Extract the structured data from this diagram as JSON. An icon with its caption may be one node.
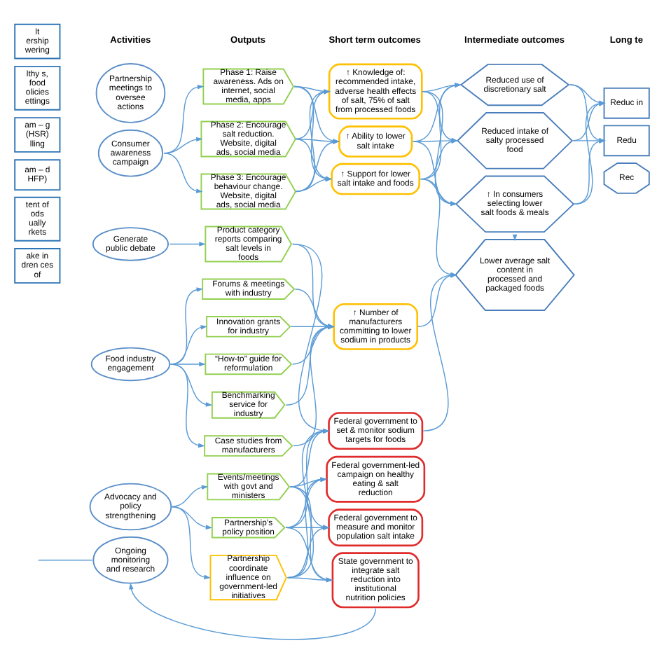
{
  "diagram": {
    "nodes": [
      {
        "text": [
          "lt ership wering"
        ]
      },
      {
        "text": [
          "lthy s, food olicies ettings"
        ]
      },
      {
        "text": [
          "am – g (HSR) lling"
        ]
      },
      {
        "text": [
          "am – d HFP)"
        ]
      },
      {
        "text": [
          "tent of ods ually rkets"
        ]
      },
      {
        "text": [
          "ake in dren ces of"
        ]
      },
      {
        "text": [
          "Partnership meetings to oversee actions"
        ]
      },
      {
        "text": [
          "Consumer awareness campaign"
        ]
      },
      {
        "text": [
          "Generate public debate"
        ]
      },
      {
        "text": [
          "Food industry engagement"
        ]
      },
      {
        "text": [
          "Advocacy and policy strengthening"
        ]
      },
      {
        "text": [
          "Ongoing monitoring and research"
        ]
      },
      {
        "text": [
          "Phase 1: Raise awareness. Ads on internet, social media, apps"
        ]
      },
      {
        "text": [
          "Phase 2: Encourage salt reduction. Website, digital ads, social media"
        ]
      },
      {
        "text": [
          "Phase 3: Encourage behaviour change. Website, digital ads, social media"
        ]
      },
      {
        "text": [
          "Product category reports comparing salt levels in foods"
        ]
      },
      {
        "text": [
          "Forums & meetings with industry"
        ]
      },
      {
        "text": [
          "Innovation grants for industry"
        ]
      },
      {
        "text": [
          "“How-to” guide for reformulation"
        ]
      },
      {
        "text": [
          "Benchmarking service for industry"
        ]
      },
      {
        "text": [
          "Case studies from manufacturers"
        ]
      },
      {
        "text": [
          "Events/meetings with govt and ministers"
        ]
      },
      {
        "text": [
          "Partnership’s policy position"
        ]
      },
      {
        "text": [
          "Partnership coordinate influence on government-led initiatives"
        ]
      },
      {
        "text": [
          "↑ Knowledge of: recommended intake, adverse health effects of salt, 75% of salt from processed foods"
        ]
      },
      {
        "text": [
          "↑ Ability to lower salt intake"
        ]
      },
      {
        "text": [
          "↑ Support for lower salt intake and foods"
        ]
      },
      {
        "text": [
          "↑ Number of manufacturers committing to lower sodium in products"
        ]
      },
      {
        "text": [
          "Federal government to set & monitor sodium targets for foods"
        ]
      },
      {
        "text": [
          "Federal government-led campaign on healthy eating & salt reduction"
        ]
      },
      {
        "text": [
          "Federal government to measure and monitor population salt intake"
        ]
      },
      {
        "text": [
          "State government to integrate salt reduction into institutional nutrition policies"
        ]
      },
      {
        "text": [
          "Reduced use of discretionary salt"
        ]
      },
      {
        "text": [
          "Reduced intake of salty processed food"
        ]
      },
      {
        "text": [
          "↑ In consumers selecting lower salt foods & meals"
        ]
      },
      {
        "text": [
          "Lower average salt content in processed and packaged foods"
        ]
      },
      {
        "text": [
          "Reduc in"
        ]
      },
      {
        "text": [
          "Redu"
        ]
      },
      {
        "text": [
          "Rec"
        ]
      }
    ],
    "edges": [
      {
        "from": 7,
        "to": 12,
        "arrow": "to"
      },
      {
        "from": 7,
        "to": 13,
        "arrow": "to"
      },
      {
        "from": 7,
        "to": 14,
        "arrow": "to"
      },
      {
        "from": 8,
        "to": 15,
        "arrow": "to"
      },
      {
        "from": 9,
        "to": 16,
        "arrow": "to"
      },
      {
        "from": 9,
        "to": 17,
        "arrow": "to"
      },
      {
        "from": 9,
        "to": 18,
        "arrow": "to"
      },
      {
        "from": 9,
        "to": 19,
        "arrow": "to"
      },
      {
        "from": 9,
        "to": 20,
        "arrow": "to"
      },
      {
        "from": 10,
        "to": 21,
        "arrow": "to"
      },
      {
        "from": 10,
        "to": 22,
        "arrow": "to"
      },
      {
        "from": 10,
        "to": 23,
        "arrow": "to"
      },
      {
        "from": 11,
        "to": null,
        "arrow": "none"
      },
      {
        "from": 12,
        "to": 24,
        "arrow": "to"
      },
      {
        "from": 12,
        "to": 25,
        "arrow": "to"
      },
      {
        "from": 12,
        "to": 26,
        "arrow": "to"
      },
      {
        "from": 13,
        "to": 24,
        "arrow": "to"
      },
      {
        "from": 13,
        "to": 25,
        "arrow": "to"
      },
      {
        "from": 13,
        "to": 26,
        "arrow": "to"
      },
      {
        "from": 14,
        "to": 24,
        "arrow": "to"
      },
      {
        "from": 14,
        "to": 25,
        "arrow": "to"
      },
      {
        "from": 14,
        "to": 26,
        "arrow": "to"
      },
      {
        "from": 15,
        "to": 27,
        "arrow": "to"
      },
      {
        "from": 15,
        "to": 28,
        "arrow": "to"
      },
      {
        "from": 16,
        "to": 27,
        "arrow": "to"
      },
      {
        "from": 17,
        "to": 27,
        "arrow": "to"
      },
      {
        "from": 18,
        "to": 27,
        "arrow": "to"
      },
      {
        "from": 19,
        "to": 27,
        "arrow": "to"
      },
      {
        "from": 20,
        "to": 27,
        "arrow": "to"
      },
      {
        "from": 21,
        "to": 28,
        "arrow": "to"
      },
      {
        "from": 21,
        "to": 29,
        "arrow": "to"
      },
      {
        "from": 21,
        "to": 30,
        "arrow": "to"
      },
      {
        "from": 21,
        "to": 31,
        "arrow": "to"
      },
      {
        "from": 22,
        "to": 28,
        "arrow": "to"
      },
      {
        "from": 22,
        "to": 29,
        "arrow": "to"
      },
      {
        "from": 22,
        "to": 30,
        "arrow": "to"
      },
      {
        "from": 22,
        "to": 31,
        "arrow": "to"
      },
      {
        "from": 23,
        "to": 28,
        "arrow": "to"
      },
      {
        "from": 23,
        "to": 29,
        "arrow": "to"
      },
      {
        "from": 23,
        "to": 30,
        "arrow": "to"
      },
      {
        "from": 23,
        "to": 31,
        "arrow": "to"
      },
      {
        "from": 24,
        "to": 32,
        "arrow": "to"
      },
      {
        "from": 24,
        "to": 33,
        "arrow": "to"
      },
      {
        "from": 24,
        "to": 34,
        "arrow": "to"
      },
      {
        "from": 25,
        "to": 32,
        "arrow": "to"
      },
      {
        "from": 25,
        "to": 33,
        "arrow": "to"
      },
      {
        "from": 25,
        "to": 34,
        "arrow": "to"
      },
      {
        "from": 26,
        "to": 32,
        "arrow": "to"
      },
      {
        "from": 26,
        "to": 33,
        "arrow": "to"
      },
      {
        "from": 26,
        "to": 34,
        "arrow": "to"
      },
      {
        "from": 26,
        "to": 35,
        "arrow": "to"
      },
      {
        "from": 27,
        "to": 35,
        "arrow": "to"
      },
      {
        "from": 28,
        "to": 35,
        "arrow": "to"
      },
      {
        "from": 34,
        "to": 35,
        "arrow": "to"
      },
      {
        "from": 32,
        "to": 36,
        "arrow": "to"
      },
      {
        "from": 32,
        "to": 37,
        "arrow": "to"
      },
      {
        "from": 33,
        "to": 36,
        "arrow": "to"
      },
      {
        "from": 33,
        "to": 37,
        "arrow": "to"
      },
      {
        "from": 34,
        "to": 36,
        "arrow": "to"
      },
      {
        "from": 34,
        "to": 37,
        "arrow": "to"
      },
      {
        "from": 31,
        "to": 11,
        "arrow": "to"
      }
    ],
    "labels": [
      "Activities",
      "Outputs",
      "Short term outcomes",
      "Intermediate outcomes",
      "Long te"
    ]
  }
}
